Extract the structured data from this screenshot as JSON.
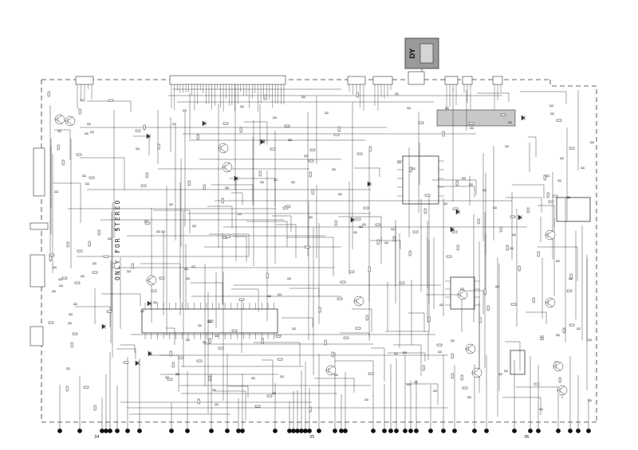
{
  "diagram": {
    "dy_label": "DY",
    "stereo_note": "ONLY FOR STEREO",
    "page_numbers": [
      "34",
      "35",
      "36"
    ]
  },
  "colors": {
    "ink": "#333333",
    "background": "#ffffff",
    "dy_fill": "#9a9a9a",
    "highlight_fill": "#c8c8c8"
  }
}
